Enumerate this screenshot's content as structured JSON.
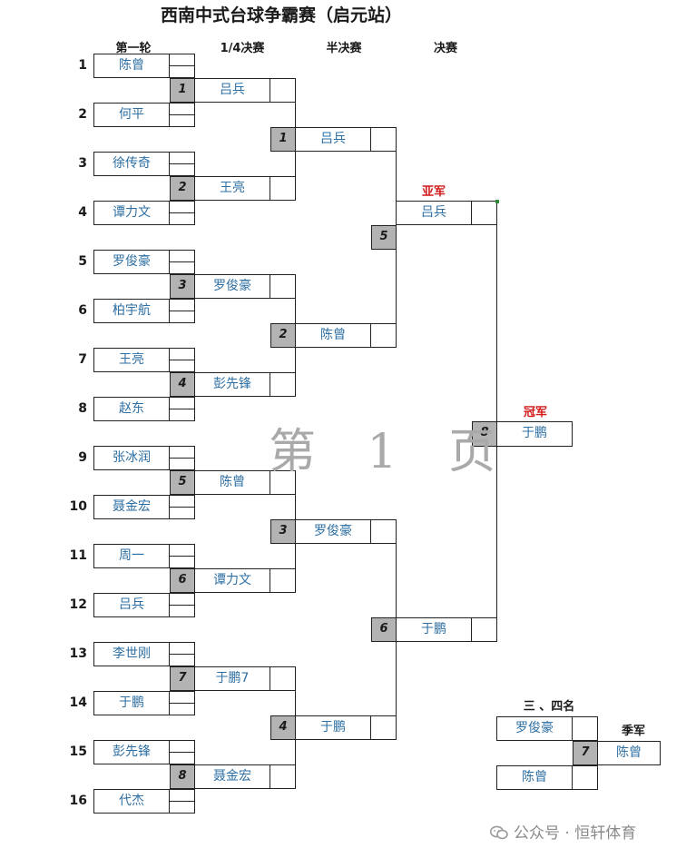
{
  "title": "西南中式台球争霸赛（启元站）",
  "headers": {
    "round1": "第一轮",
    "quarter": "1/4决赛",
    "semi": "半决赛",
    "final": "决赛"
  },
  "seeds": [
    "1",
    "2",
    "3",
    "4",
    "5",
    "6",
    "7",
    "8",
    "9",
    "10",
    "11",
    "12",
    "13",
    "14",
    "15",
    "16"
  ],
  "round1": [
    "陈曾",
    "何平",
    "徐传奇",
    "谭力文",
    "罗俊豪",
    "柏宇航",
    "王亮",
    "赵东",
    "张冰润",
    "聂金宏",
    "周一",
    "吕兵",
    "李世刚",
    "于鹏",
    "彭先锋",
    "代杰"
  ],
  "quarter": {
    "numbers": [
      "1",
      "2",
      "3",
      "4",
      "5",
      "6",
      "7",
      "8"
    ],
    "names": [
      "吕兵",
      "王亮",
      "罗俊豪",
      "彭先锋",
      "陈曾",
      "谭力文",
      "于鹏7",
      "聂金宏"
    ]
  },
  "semi": {
    "numbers": [
      "1",
      "2",
      "3",
      "4"
    ],
    "names": [
      "吕兵",
      "陈曾",
      "罗俊豪",
      "于鹏"
    ]
  },
  "final": {
    "numbers": [
      "5",
      "6"
    ],
    "names": [
      "吕兵",
      "于鹏"
    ],
    "runner_up_label": "亚军"
  },
  "champion": {
    "label": "冠军",
    "number": "8",
    "name": "于鹏"
  },
  "third_fourth": {
    "heading": "三 、四名",
    "players": [
      "罗俊豪",
      "陈曾"
    ],
    "number": "7",
    "label": "季军",
    "winner": "陈曾"
  },
  "watermark": "第 1 页",
  "footer": "公众号 · 恒轩体育",
  "colors": {
    "name_text": "#2e6fa3",
    "number_fill": "#b3b3b3",
    "label_red": "#d21a1a",
    "watermark": "#a9a9a9"
  }
}
